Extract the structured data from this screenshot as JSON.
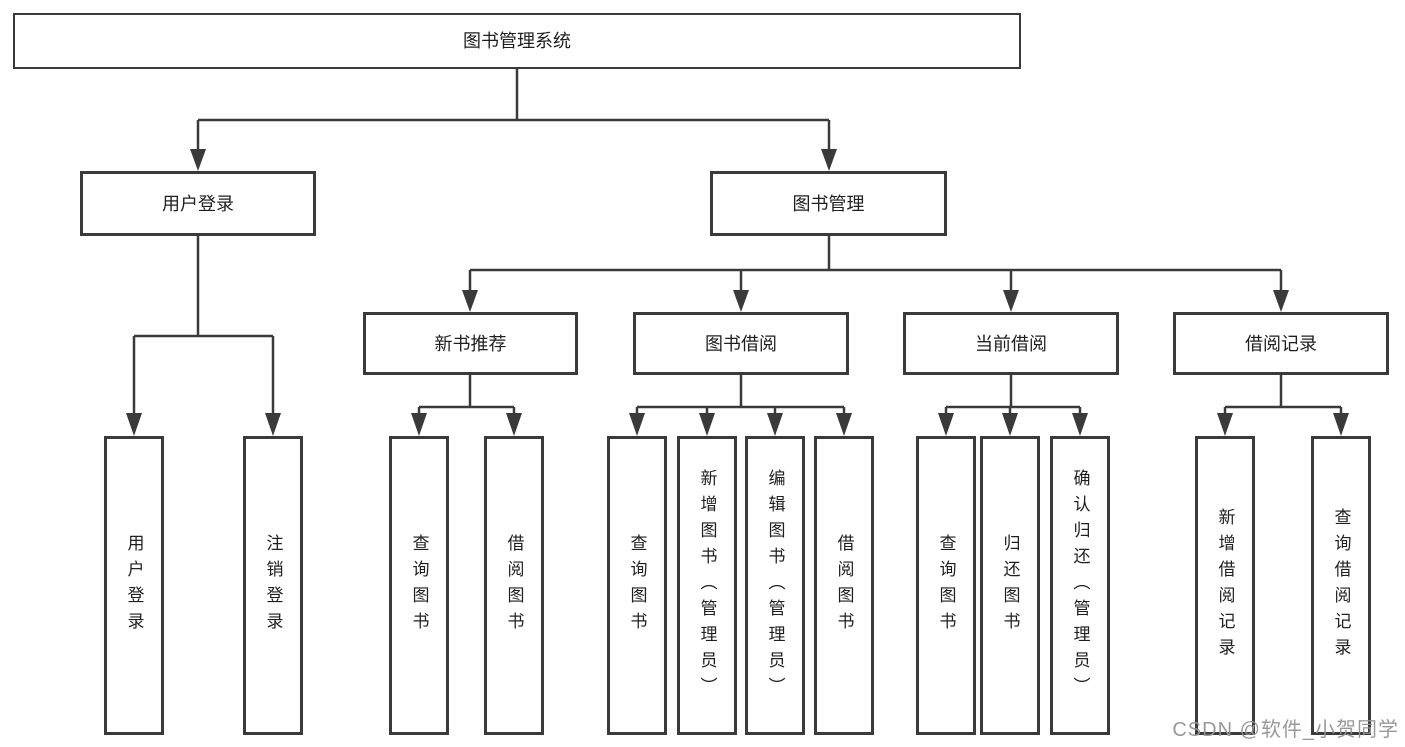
{
  "colors": {
    "line": "#3a3a3a",
    "box_border": "#3a3a3a",
    "text": "#1f1f1f",
    "background": "#ffffff",
    "watermark": "#949494"
  },
  "watermark": {
    "text": "CSDN @软件_小贺同学"
  },
  "tree": {
    "label": "图书管理系统",
    "children": [
      {
        "label": "用户登录",
        "children": [
          {
            "label": "用户登录"
          },
          {
            "label": "注销登录"
          }
        ]
      },
      {
        "label": "图书管理",
        "children": [
          {
            "label": "新书推荐",
            "children": [
              {
                "label": "查询图书"
              },
              {
                "label": "借阅图书"
              }
            ]
          },
          {
            "label": "图书借阅",
            "children": [
              {
                "label": "查询图书"
              },
              {
                "label": "新增图书（管理员）"
              },
              {
                "label": "编辑图书（管理员）"
              },
              {
                "label": "借阅图书"
              }
            ]
          },
          {
            "label": "当前借阅",
            "children": [
              {
                "label": "查询图书"
              },
              {
                "label": "归还图书"
              },
              {
                "label": "确认归还（管理员）"
              }
            ]
          },
          {
            "label": "借阅记录",
            "children": [
              {
                "label": "新增借阅记录"
              },
              {
                "label": "查询借阅记录"
              }
            ]
          }
        ]
      }
    ]
  }
}
